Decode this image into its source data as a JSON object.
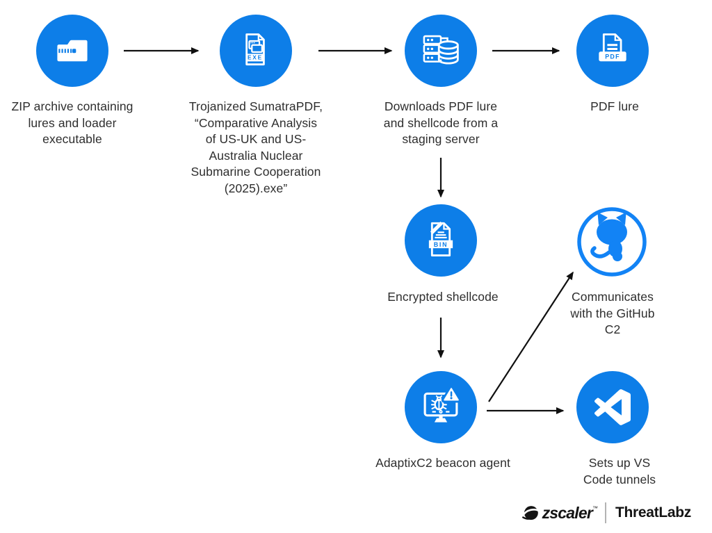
{
  "diagram": {
    "type": "malware-attack-flow",
    "colors": {
      "circle_blue": "#0d7ee8",
      "github_ring_blue": "#1283f5",
      "label_text": "#2e2e2e",
      "arrow_black": "#101010",
      "background": "#ffffff",
      "logo_black": "#141414",
      "divider_gray": "#b3b3b3"
    },
    "nodes": [
      {
        "id": "zip-archive",
        "icon": "zip-folder-icon",
        "label": "ZIP archive containing\nlures and loader\nexecutable"
      },
      {
        "id": "trojanized-exe",
        "icon": "exe-file-icon",
        "badge": "EXE",
        "label": "Trojanized SumatraPDF,\n“Comparative Analysis\nof US-UK and US-\nAustralia Nuclear\nSubmarine Cooperation\n(2025).exe”"
      },
      {
        "id": "staging-server",
        "icon": "server-database-icon",
        "label": "Downloads PDF lure\nand shellcode from a\nstaging server"
      },
      {
        "id": "pdf-lure",
        "icon": "pdf-printer-icon",
        "badge": "PDF",
        "label": "PDF lure"
      },
      {
        "id": "encrypted-shellcode",
        "icon": "bin-file-icon",
        "badge": "BIN",
        "label": "Encrypted shellcode"
      },
      {
        "id": "github-c2",
        "icon": "github-octocat-icon",
        "label": "Communicates\nwith the GitHub C2"
      },
      {
        "id": "adaptixc2-beacon",
        "icon": "infected-monitor-icon",
        "label": "AdaptixC2 beacon agent"
      },
      {
        "id": "vscode-tunnels",
        "icon": "vscode-icon",
        "label": "Sets up VS Code tunnels"
      }
    ],
    "edges": [
      {
        "from": "zip-archive",
        "to": "trojanized-exe"
      },
      {
        "from": "trojanized-exe",
        "to": "staging-server"
      },
      {
        "from": "staging-server",
        "to": "pdf-lure"
      },
      {
        "from": "staging-server",
        "to": "encrypted-shellcode"
      },
      {
        "from": "encrypted-shellcode",
        "to": "adaptixc2-beacon"
      },
      {
        "from": "adaptixc2-beacon",
        "to": "github-c2"
      },
      {
        "from": "adaptixc2-beacon",
        "to": "vscode-tunnels"
      }
    ]
  },
  "footer": {
    "brand": "zscaler",
    "trademark": "™",
    "product": "ThreatLabz"
  }
}
